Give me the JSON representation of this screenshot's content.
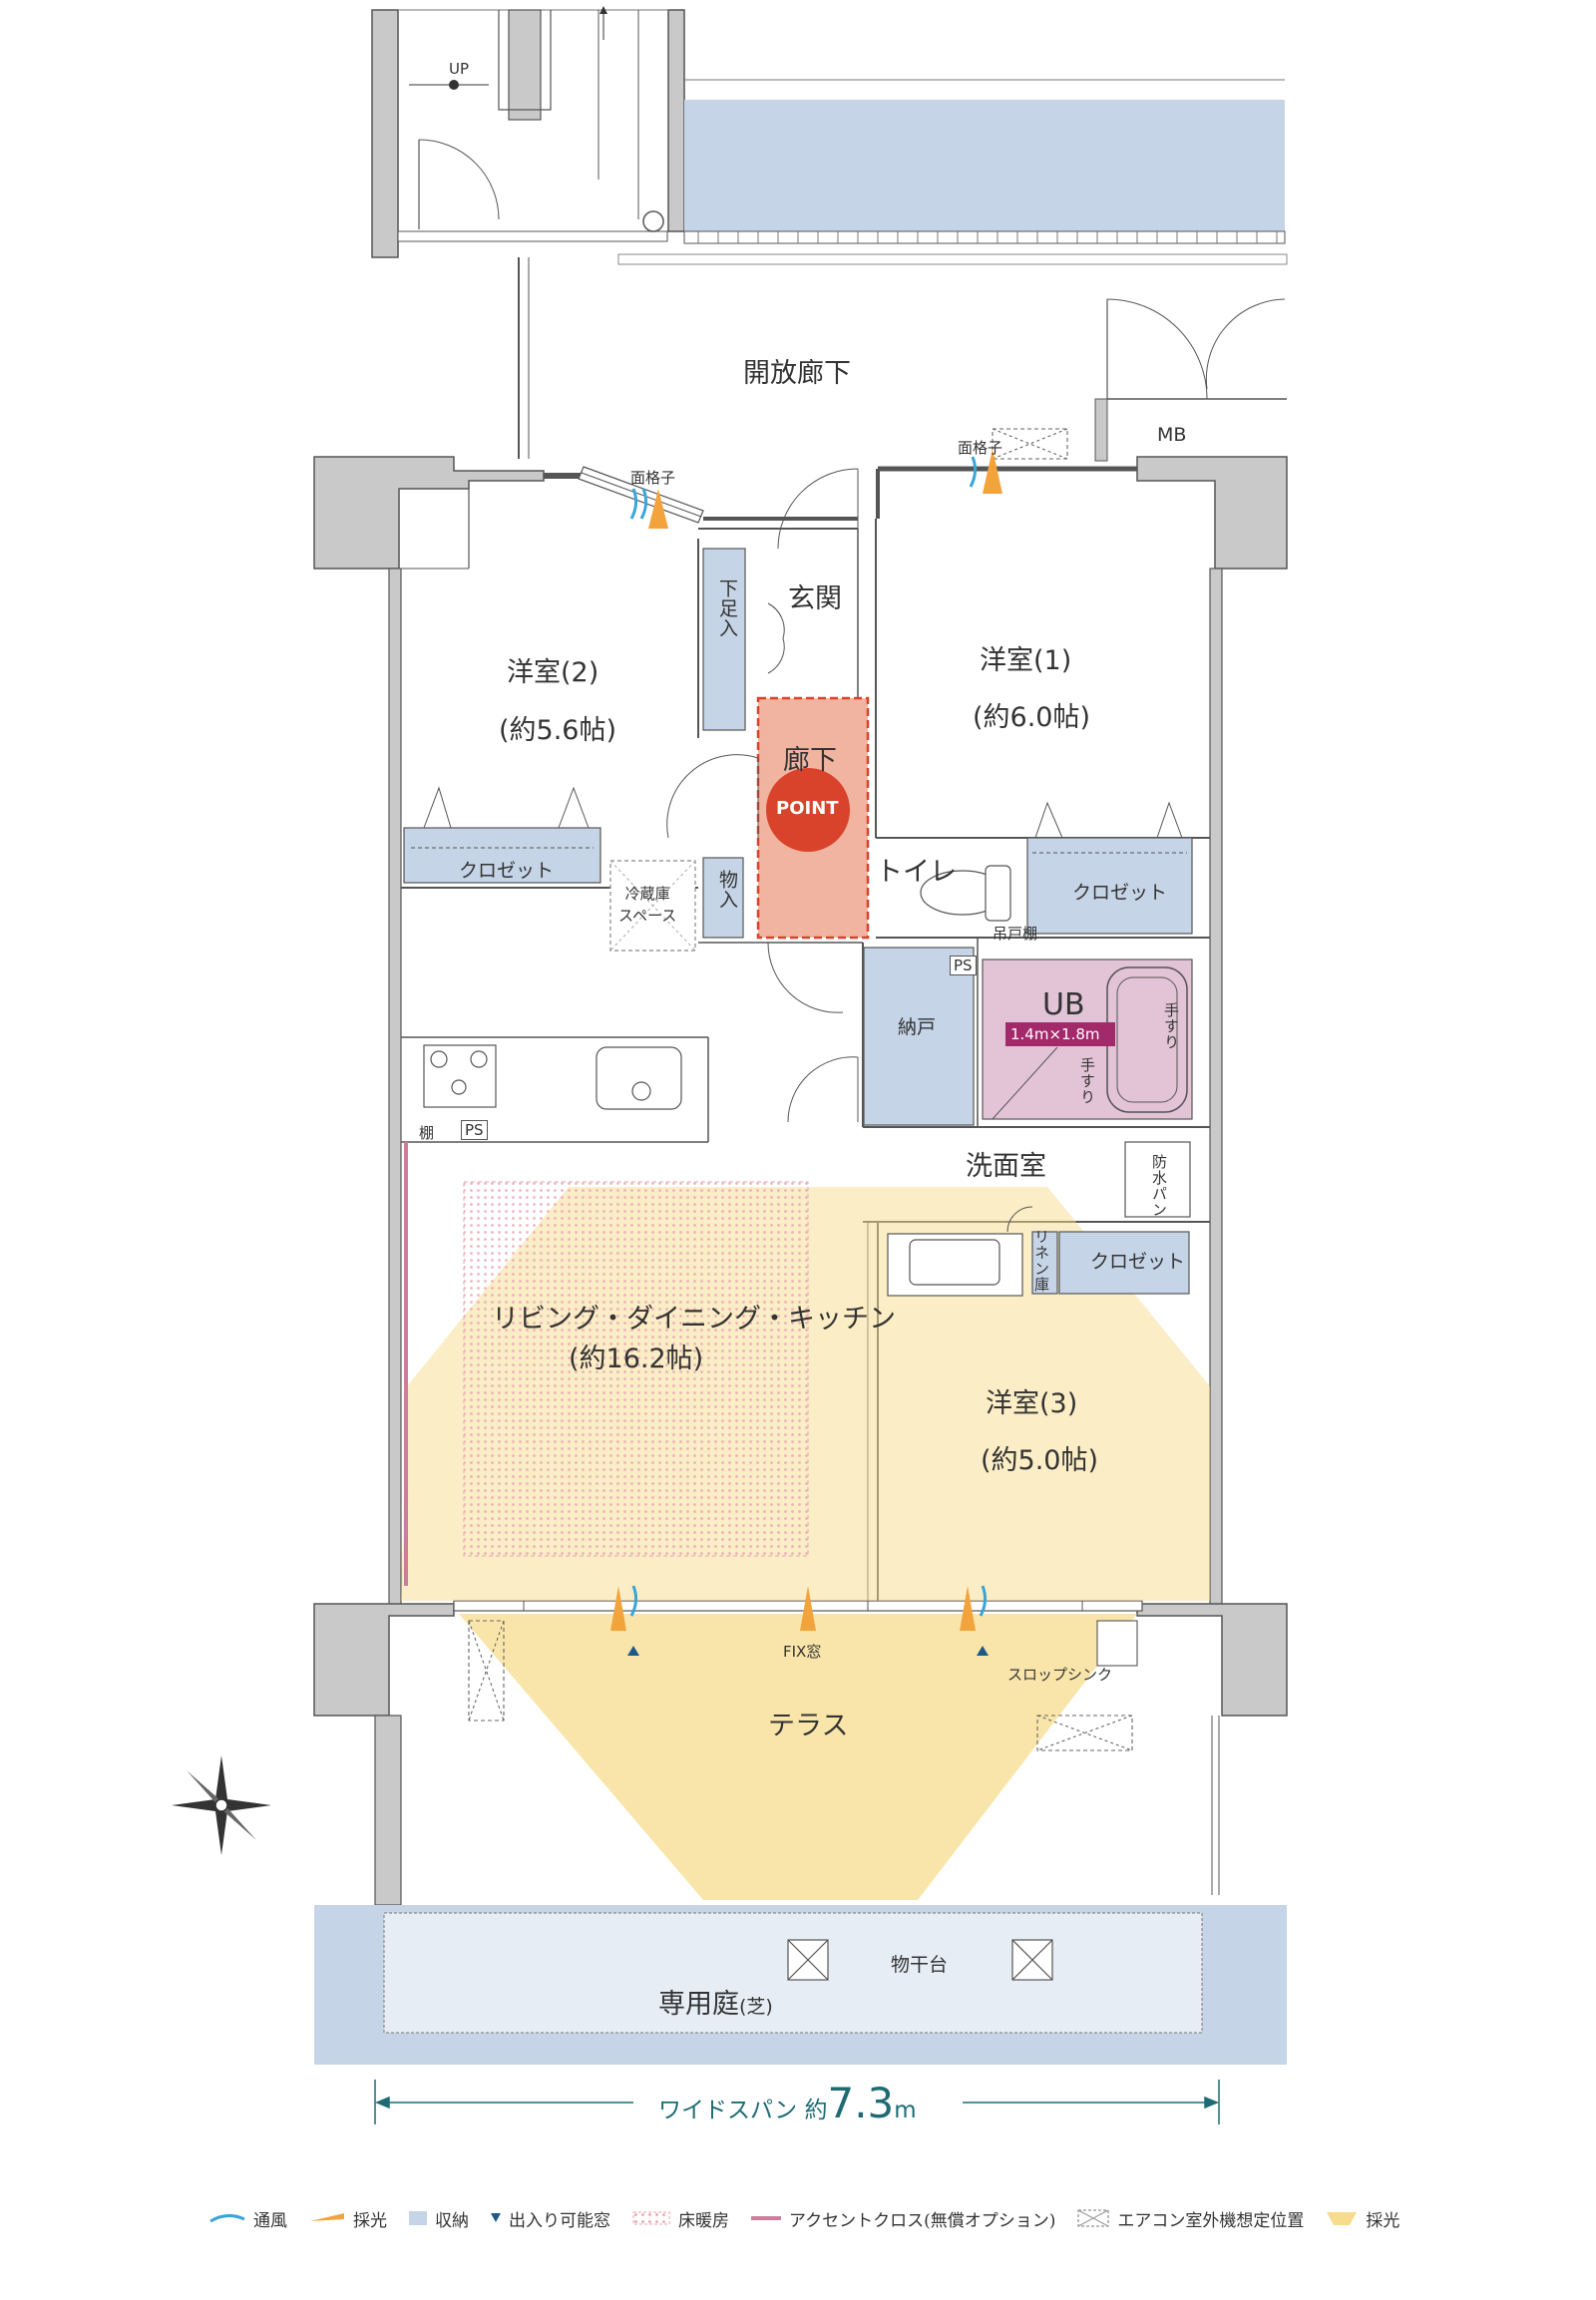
{
  "rooms": {
    "corridor_open": "開放廊下",
    "mb": "MB",
    "up": "UP",
    "entrance": "玄関",
    "shoe_storage": "下足入",
    "western2_name": "洋室(2)",
    "western2_size": "(約5.6帖)",
    "western1_name": "洋室(1)",
    "western1_size": "(約6.0帖)",
    "hall": "廊下",
    "point": "POINT",
    "closet": "クロゼット",
    "fridge_space": "冷蔵庫\nスペース",
    "storage": "物入",
    "toilet": "トイレ",
    "hanging_shelf": "吊戸棚",
    "ps": "PS",
    "nando": "納戸",
    "ub": "UB",
    "ub_size": "1.4m×1.8m",
    "handrail": "手すり",
    "washroom": "洗面室",
    "waterproof_pan": "防水パン",
    "linen": "リネン庫",
    "shelf": "棚",
    "ldk_name": "リビング・ダイニング・キッチン",
    "ldk_size": "(約16.2帖)",
    "western3_name": "洋室(3)",
    "western3_size": "(約5.0帖)",
    "fix_window": "FIX窓",
    "slop_sink": "スロップシンク",
    "terrace": "テラス",
    "drying_rack": "物干台",
    "private_garden": "専用庭",
    "private_garden_note": "(芝)",
    "grille": "面格子"
  },
  "span": {
    "prefix": "ワイドスパン 約",
    "value": "7.3",
    "unit": "m"
  },
  "legend": [
    {
      "label": "通風",
      "icon": "wind-icon"
    },
    {
      "label": "採光",
      "icon": "sunlight-icon"
    },
    {
      "label": "収納",
      "icon": "storage-swatch"
    },
    {
      "label": "出入り可能窓",
      "icon": "triangle-icon"
    },
    {
      "label": "床暖房",
      "icon": "floor-heating-swatch"
    },
    {
      "label": "アクセントクロス(無償オプション)",
      "icon": "accent-line"
    },
    {
      "label": "エアコン室外機想定位置",
      "icon": "aircon-box-icon"
    },
    {
      "label": "採光",
      "icon": "light-area-icon"
    }
  ],
  "colors": {
    "wall": "#c9c9c9",
    "storage": "#c5d4e6",
    "ub": "#e3c4d6",
    "point_red": "#d9432b",
    "hall_pink": "#f1b4a0",
    "light_yellow": "#f7dc8e",
    "floor_heating": "#e8a5b5",
    "accent": "#cc7e9c",
    "wind": "#3aa5d8",
    "sun": "#f2a33c"
  }
}
